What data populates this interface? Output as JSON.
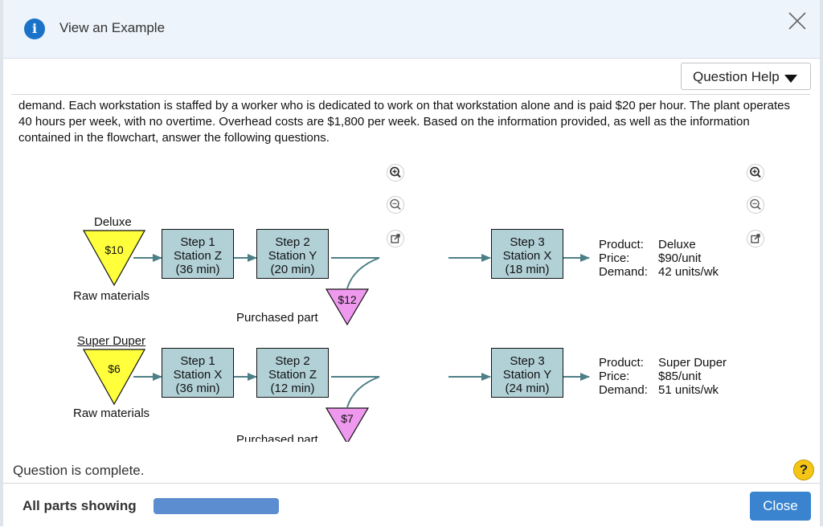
{
  "header": {
    "title": "View an Example"
  },
  "toolbar": {
    "question_help_label": "Question Help"
  },
  "content": {
    "paragraph": "demand. Each workstation is staffed by a worker who is dedicated to work on that workstation alone and is paid $20 per hour. The plant operates 40 hours per week, with no overtime. Overhead costs are $1,800 per week. Based on the information provided, as well as the information contained in the flowchart, answer the following questions."
  },
  "flowchart": {
    "deluxe": {
      "name": "Deluxe",
      "raw_cost": "$10",
      "raw_label": "Raw materials",
      "steps": [
        {
          "step": "Step 1",
          "station": "Station Z",
          "time": "(36 min)"
        },
        {
          "step": "Step 2",
          "station": "Station Y",
          "time": "(20 min)"
        },
        {
          "step": "Step 3",
          "station": "Station X",
          "time": "(18 min)"
        }
      ],
      "purchased_cost": "$12",
      "purchased_label": "Purchased part",
      "product": {
        "product_key": "Product:",
        "product_val": "Deluxe",
        "price_key": "Price:",
        "price_val": "$90/unit",
        "demand_key": "Demand:",
        "demand_val": "42 units/wk"
      }
    },
    "super": {
      "name": "Super Duper",
      "raw_cost": "$6",
      "raw_label": "Raw materials",
      "steps": [
        {
          "step": "Step 1",
          "station": "Station X",
          "time": "(36 min)"
        },
        {
          "step": "Step 2",
          "station": "Station Z",
          "time": "(12 min)"
        },
        {
          "step": "Step 3",
          "station": "Station Y",
          "time": "(24 min)"
        }
      ],
      "purchased_cost": "$7",
      "purchased_label": "Purchased part",
      "product": {
        "product_key": "Product:",
        "product_val": "Super Duper",
        "price_key": "Price:",
        "price_val": "$85/unit",
        "demand_key": "Demand:",
        "demand_val": "51 units/wk"
      }
    }
  },
  "footer": {
    "status": "Question is complete.",
    "all_parts": "All parts showing",
    "help_symbol": "?",
    "close_label": "Close",
    "progress_fraction": 1.0
  },
  "colors": {
    "accent": "#3a84cf",
    "raw_triangle": "#ffff3c",
    "purchased_triangle": "#ee98ee",
    "station_box": "#b2d1d7",
    "arrow": "#4d7f86"
  }
}
